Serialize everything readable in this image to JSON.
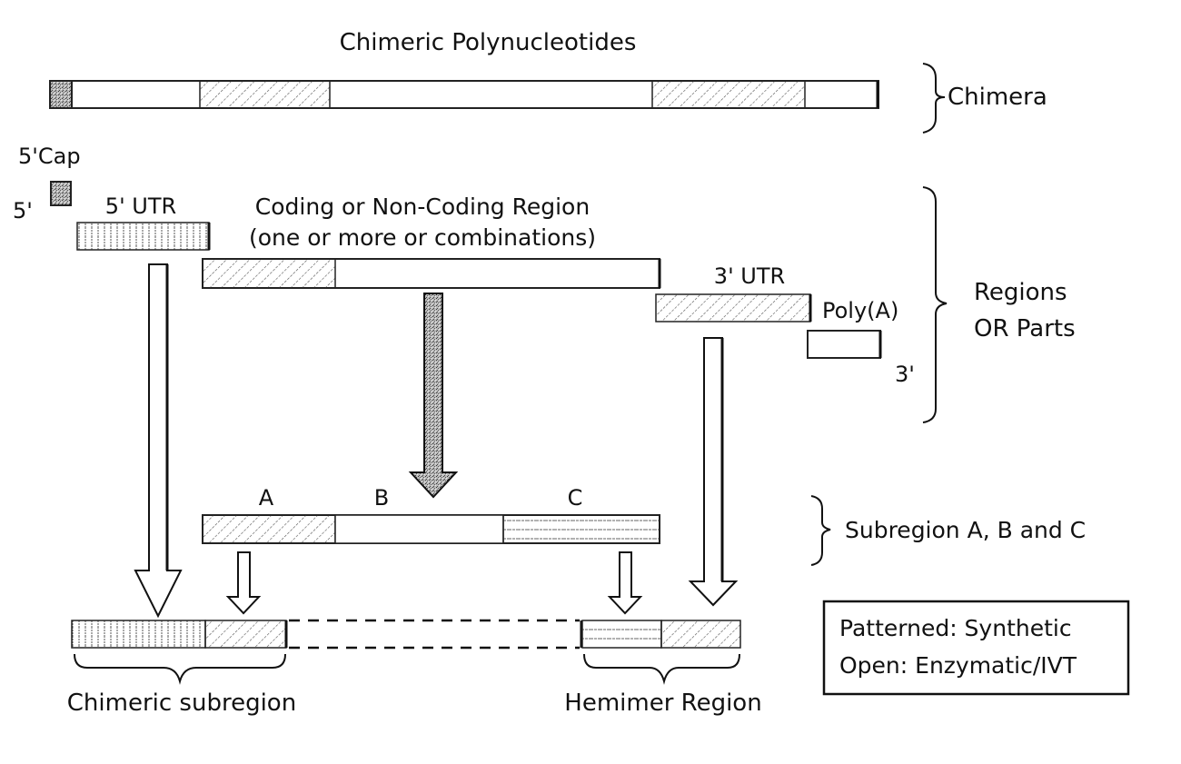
{
  "title": "Chimeric Polynucleotides",
  "brace_labels": {
    "chimera": "Chimera",
    "regions_line1": "Regions",
    "regions_line2": "OR Parts",
    "subregion": "Subregion A, B and C"
  },
  "parts": {
    "cap_label": "5'Cap",
    "five_prime": "5'",
    "utr5_label": "5' UTR",
    "coding_line1": "Coding or Non-Coding Region",
    "coding_line2": "(one or more or combinations)",
    "utr3_label": "3' UTR",
    "polya_label": "Poly(A)",
    "three_prime": "3'"
  },
  "subregions": {
    "a": "A",
    "b": "B",
    "c": "C"
  },
  "bottom_labels": {
    "chimeric_subregion": "Chimeric subregion",
    "hemimer_region": "Hemimer Region"
  },
  "legend": {
    "line1": "Patterned: Synthetic",
    "line2": "Open: Enzymatic/IVT"
  }
}
